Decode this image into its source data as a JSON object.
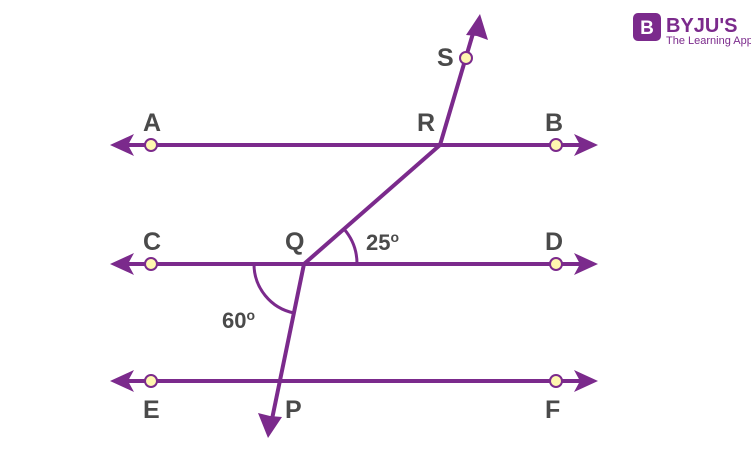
{
  "labels": {
    "A": "A",
    "B": "B",
    "C": "C",
    "D": "D",
    "E": "E",
    "F": "F",
    "P": "P",
    "Q": "Q",
    "R": "R",
    "S": "S"
  },
  "angles": {
    "a25": {
      "value": "25",
      "unit": "o"
    },
    "a60": {
      "value": "60",
      "unit": "o"
    }
  },
  "brand": {
    "logo_letter": "B",
    "name": "BYJU'S",
    "tagline": "The Learning App"
  },
  "colors": {
    "line": "#7b2a8c",
    "point_fill": "#fff7b0",
    "point_stroke": "#7b2a8c",
    "text": "#4a4a4a"
  }
}
